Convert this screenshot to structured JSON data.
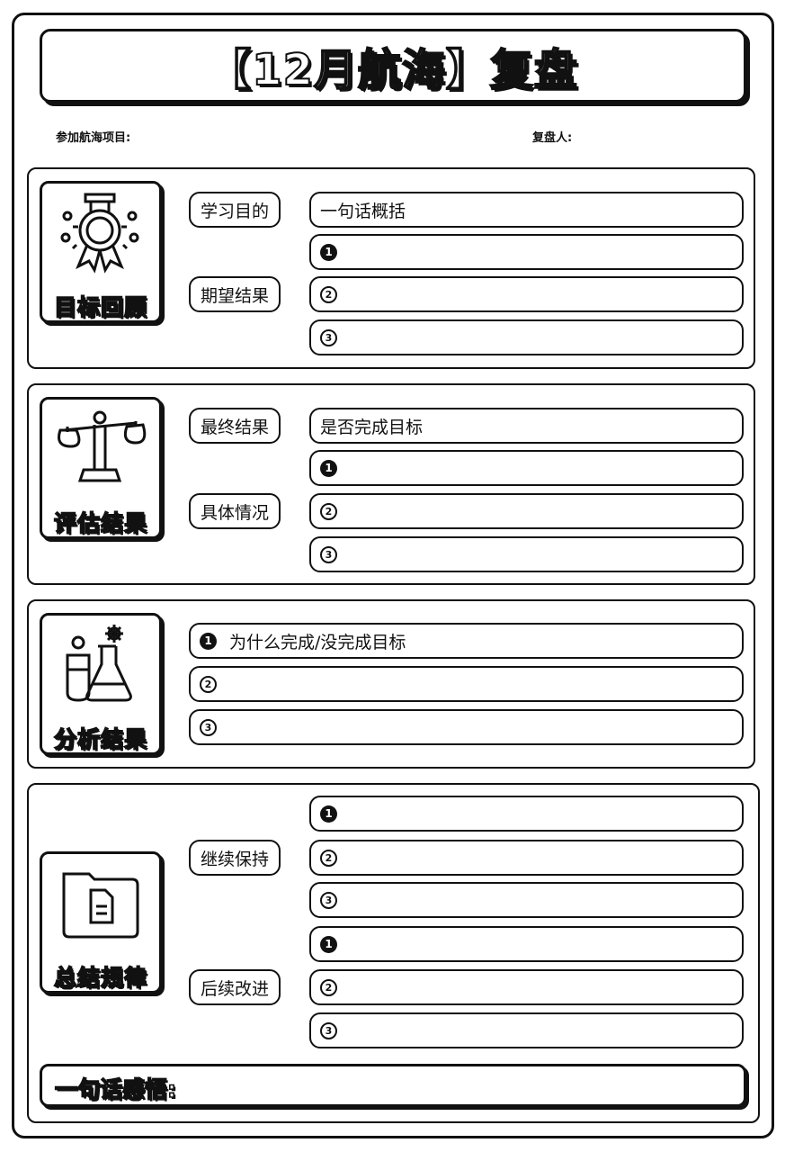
{
  "title": "【12月航海】复盘",
  "meta": {
    "project_label": "参加航海项目:",
    "reviewer_label": "复盘人:"
  },
  "sections": [
    {
      "icon": "medal-icon",
      "label": "目标回顾",
      "branches": [
        {
          "label": "学习目的",
          "items": [
            {
              "num": "",
              "text": "一句话概括"
            }
          ]
        },
        {
          "label": "期望结果",
          "items": [
            {
              "num": "1",
              "text": ""
            },
            {
              "num": "2",
              "text": ""
            },
            {
              "num": "3",
              "text": ""
            }
          ]
        }
      ]
    },
    {
      "icon": "scale-icon",
      "label": "评估结果",
      "branches": [
        {
          "label": "最终结果",
          "items": [
            {
              "num": "",
              "text": "是否完成目标"
            }
          ]
        },
        {
          "label": "具体情况",
          "items": [
            {
              "num": "1",
              "text": ""
            },
            {
              "num": "2",
              "text": ""
            },
            {
              "num": "3",
              "text": ""
            }
          ]
        }
      ]
    },
    {
      "icon": "flask-icon",
      "label": "分析结果",
      "items": [
        {
          "num": "1",
          "text": "为什么完成/没完成目标"
        },
        {
          "num": "2",
          "text": ""
        },
        {
          "num": "3",
          "text": ""
        }
      ]
    },
    {
      "icon": "folder-icon",
      "label": "总结规律",
      "branches": [
        {
          "label": "继续保持",
          "items": [
            {
              "num": "1",
              "text": ""
            },
            {
              "num": "2",
              "text": ""
            },
            {
              "num": "3",
              "text": ""
            }
          ]
        },
        {
          "label": "后续改进",
          "items": [
            {
              "num": "1",
              "text": ""
            },
            {
              "num": "2",
              "text": ""
            },
            {
              "num": "3",
              "text": ""
            }
          ]
        }
      ]
    }
  ],
  "final": {
    "label": "一句话感悟:"
  }
}
